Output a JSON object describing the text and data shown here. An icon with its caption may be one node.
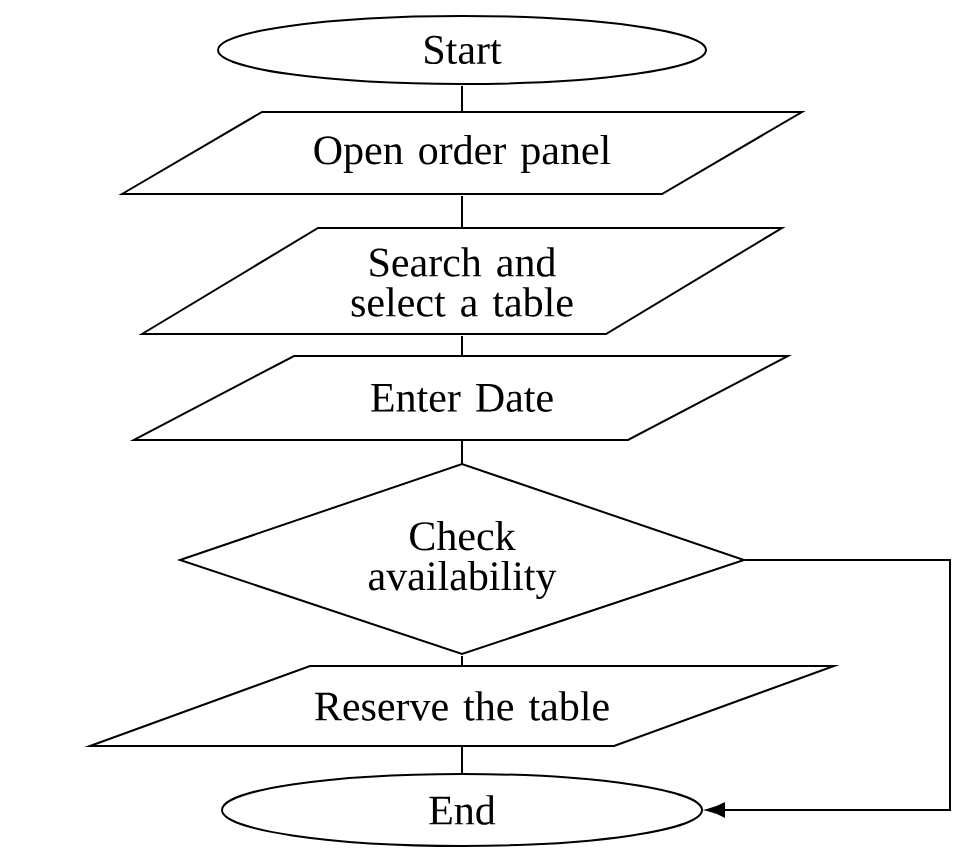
{
  "diagram": {
    "nodes": [
      {
        "text": [
          "Start"
        ]
      },
      {
        "text": [
          "Open order panel"
        ]
      },
      {
        "text": [
          "Search and select a table"
        ]
      },
      {
        "text": [
          "Enter Date"
        ]
      },
      {
        "text": [
          "Check availability"
        ]
      },
      {
        "text": [
          "Reserve the table"
        ]
      },
      {
        "text": [
          "End"
        ]
      }
    ],
    "edges": [
      {
        "from": 0,
        "to": 1,
        "arrow": "none"
      },
      {
        "from": 1,
        "to": 2,
        "arrow": "none"
      },
      {
        "from": 2,
        "to": 3,
        "arrow": "none"
      },
      {
        "from": 3,
        "to": 4,
        "arrow": "none"
      },
      {
        "from": 4,
        "to": 5,
        "arrow": "none"
      },
      {
        "from": 5,
        "to": 6,
        "arrow": "none"
      },
      {
        "from": 4,
        "to": 6,
        "arrow": "to"
      }
    ]
  }
}
